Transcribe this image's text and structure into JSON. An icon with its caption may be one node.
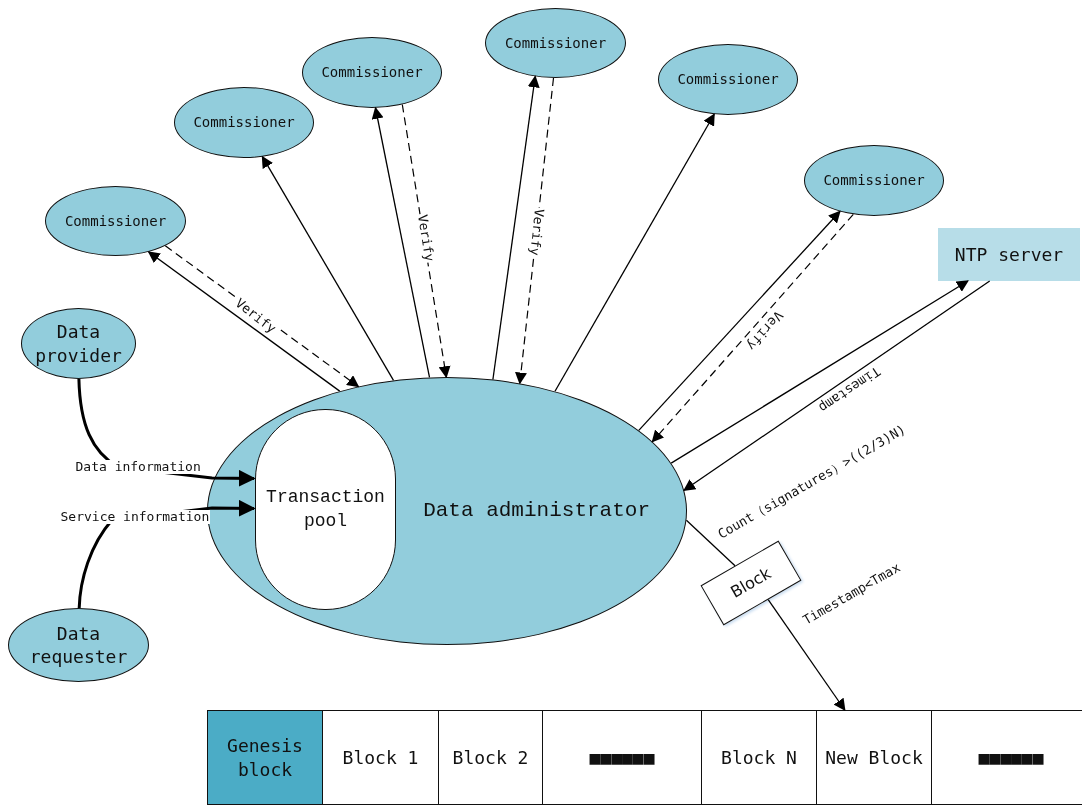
{
  "diagram": {
    "nodes": [
      {
        "text": [
          "Commissioner"
        ]
      },
      {
        "text": [
          "Commissioner"
        ]
      },
      {
        "text": [
          "Commissioner"
        ]
      },
      {
        "text": [
          "Commissioner"
        ]
      },
      {
        "text": [
          "Commissioner"
        ]
      },
      {
        "text": [
          "Commissioner"
        ]
      },
      {
        "text": [
          "NTP server"
        ]
      },
      {
        "text": [
          "Data provider"
        ]
      },
      {
        "text": [
          "Data requester"
        ]
      },
      {
        "text": [
          "Data administrator"
        ]
      },
      {
        "text": [
          "Transaction pool"
        ],
        "in": 9
      },
      {
        "text": [
          "Block"
        ]
      },
      {
        "text": [
          "Genesis block"
        ]
      },
      {
        "text": [
          "Block 1"
        ]
      },
      {
        "text": [
          "Block 2"
        ]
      },
      {
        "text": [
          "■■■■■■"
        ]
      },
      {
        "text": [
          "Block N"
        ]
      },
      {
        "text": [
          "New Block"
        ]
      },
      {
        "text": [
          "■■■■■■"
        ]
      }
    ],
    "edges": [
      {
        "from": 9,
        "to": 0,
        "arrow": "to"
      },
      {
        "from": 0,
        "to": 9,
        "arrow": "to",
        "label": "Verify",
        "style": "dashed"
      },
      {
        "from": 9,
        "to": 1,
        "arrow": "to"
      },
      {
        "from": 9,
        "to": 2,
        "arrow": "to"
      },
      {
        "from": 2,
        "to": 9,
        "arrow": "to",
        "label": "Verify",
        "style": "dashed"
      },
      {
        "from": 9,
        "to": 3,
        "arrow": "to"
      },
      {
        "from": 3,
        "to": 9,
        "arrow": "to",
        "label": "Verify",
        "style": "dashed"
      },
      {
        "from": 9,
        "to": 4,
        "arrow": "to"
      },
      {
        "from": 9,
        "to": 5,
        "arrow": "to"
      },
      {
        "from": 5,
        "to": 9,
        "arrow": "to",
        "label": "Verify",
        "style": "dashed"
      },
      {
        "from": 9,
        "to": 6,
        "arrow": "to"
      },
      {
        "from": 6,
        "to": 9,
        "arrow": "to",
        "label": "Timestamp"
      },
      {
        "from": 9,
        "to": 11,
        "arrow": "none",
        "label": "Count（signatures）>((2/3)N)"
      },
      {
        "from": 11,
        "to": 17,
        "arrow": "to",
        "label": "Timestamp<Tmax"
      },
      {
        "from": 7,
        "to": 10,
        "arrow": "to",
        "label": "Data information",
        "style": "thick"
      },
      {
        "from": 8,
        "to": 10,
        "arrow": "to",
        "label": "Service information",
        "style": "thick"
      }
    ]
  }
}
